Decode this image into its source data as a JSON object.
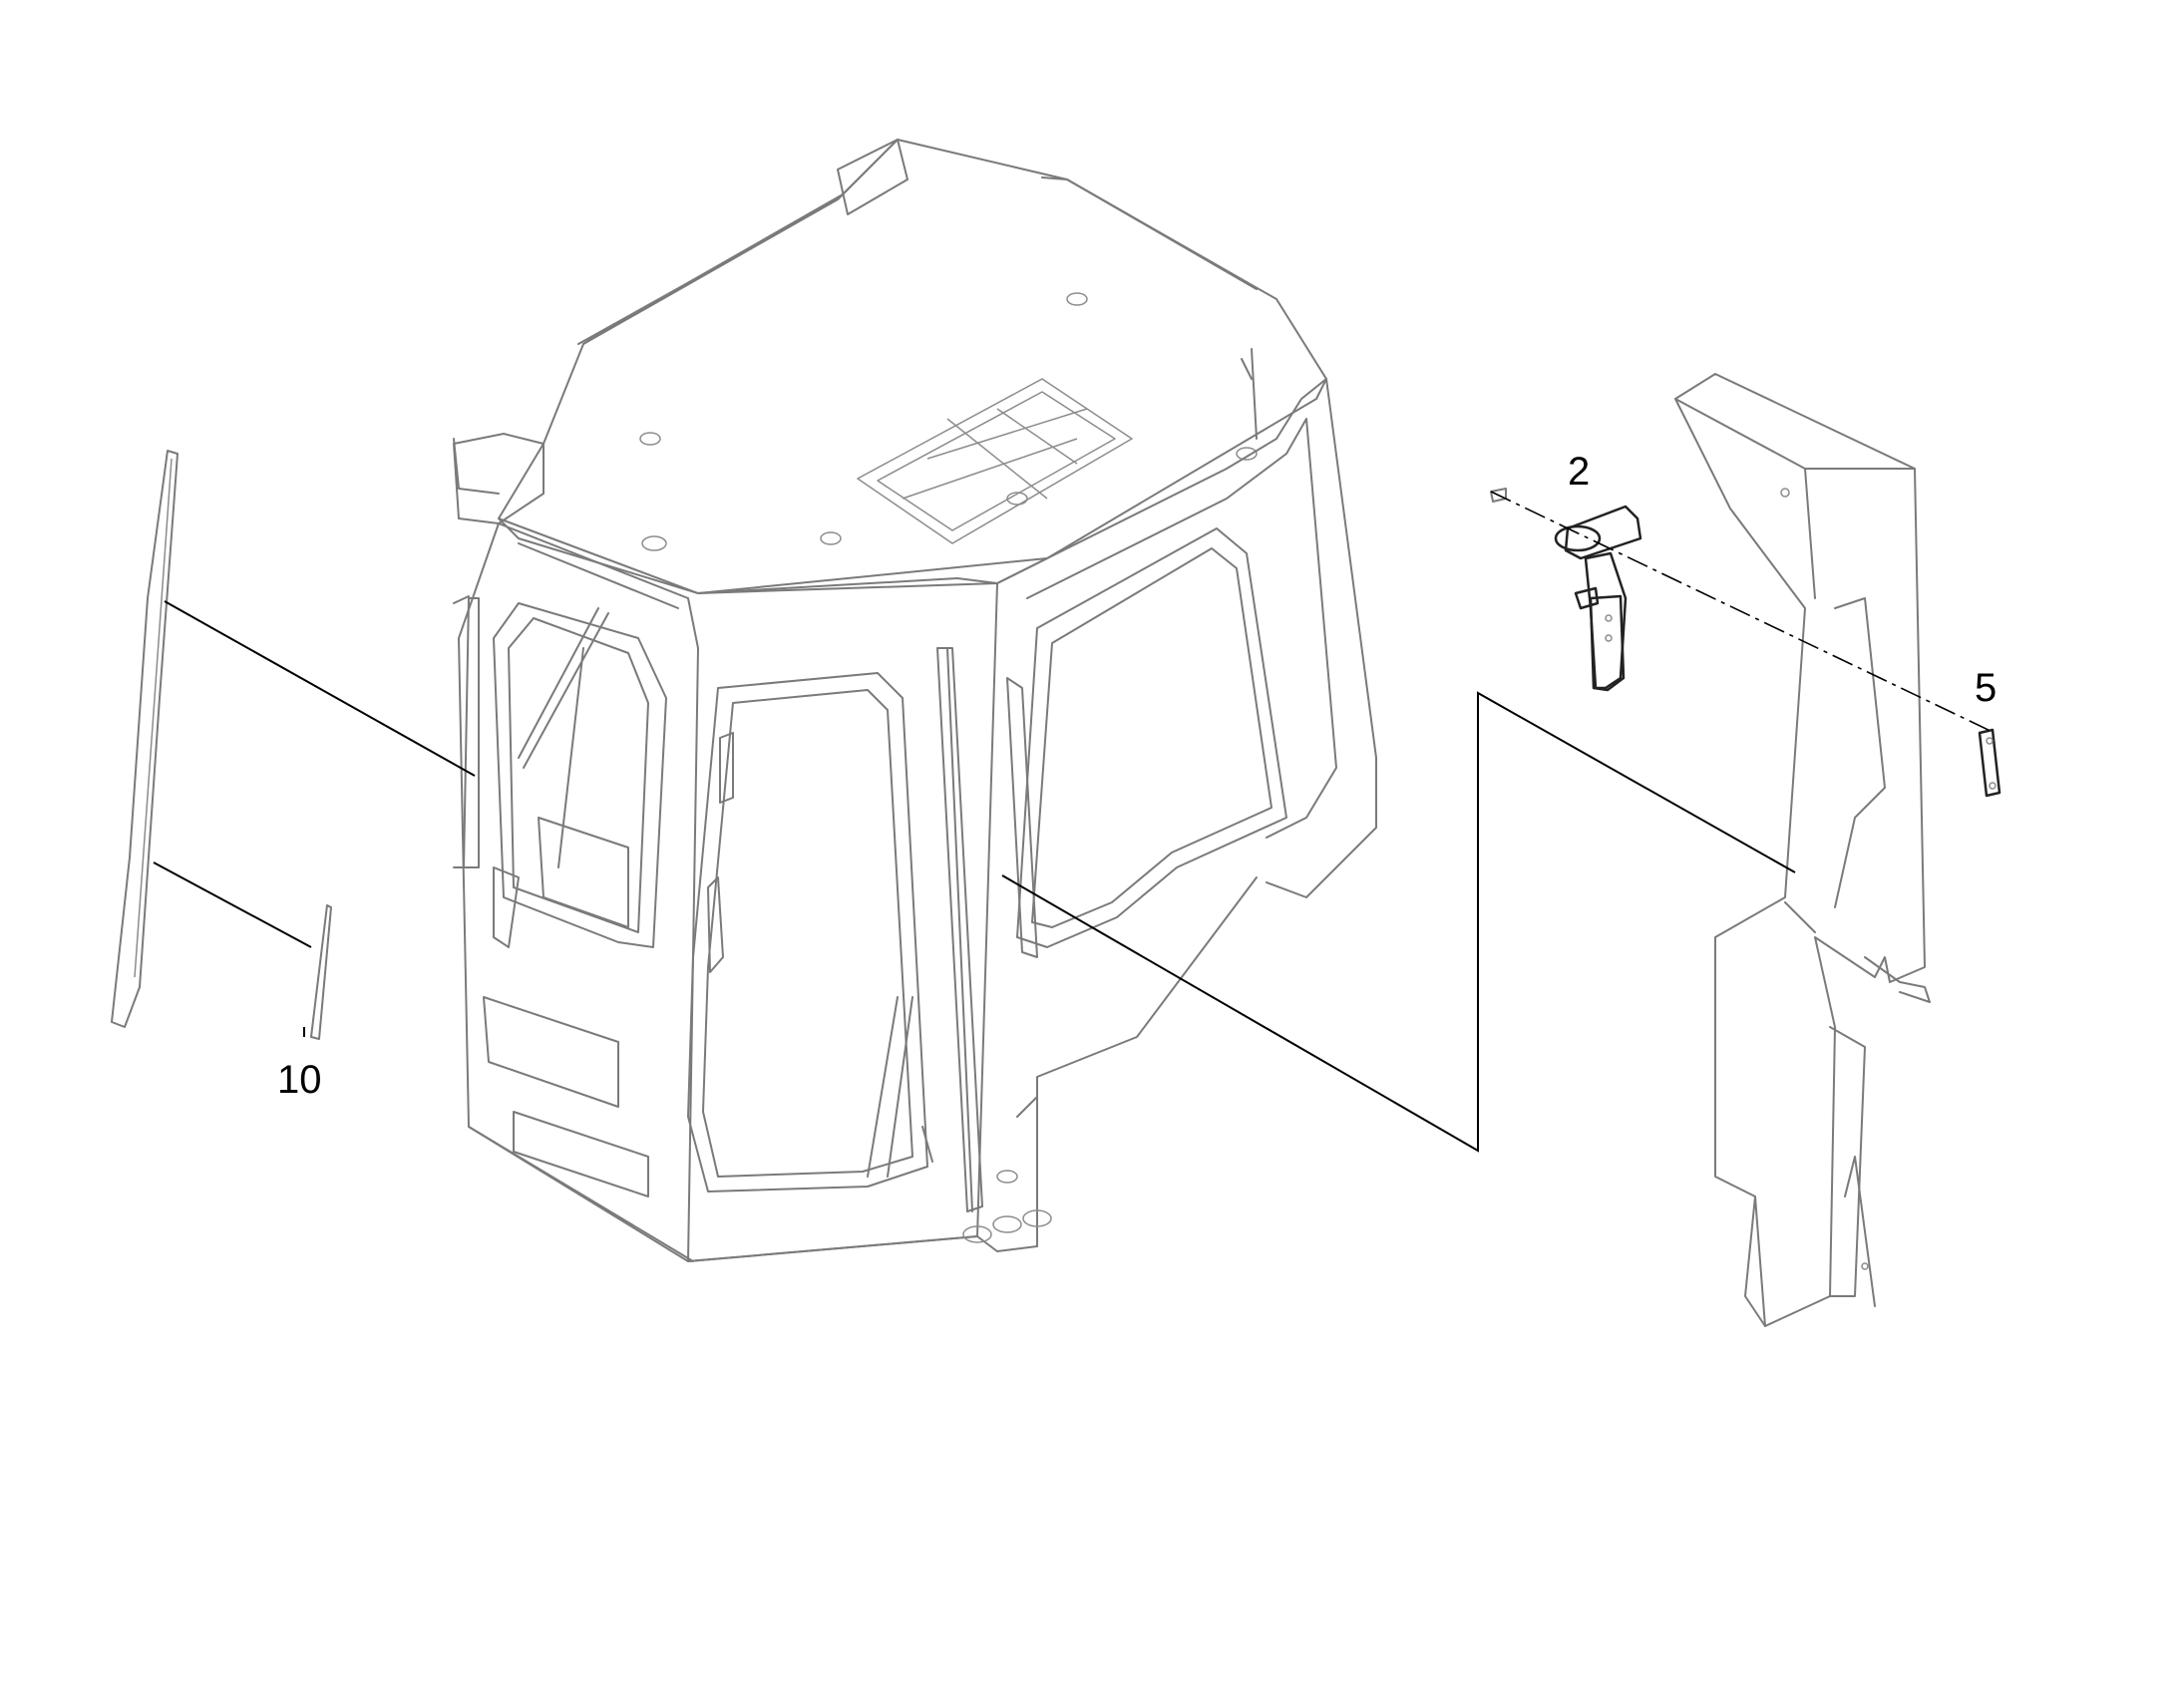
{
  "callouts": {
    "item_2": "2",
    "item_5": "5",
    "item_10": "10"
  },
  "colors": {
    "part_outline": "#7a7a7a",
    "leader_line": "#000000",
    "background": "#ffffff"
  }
}
